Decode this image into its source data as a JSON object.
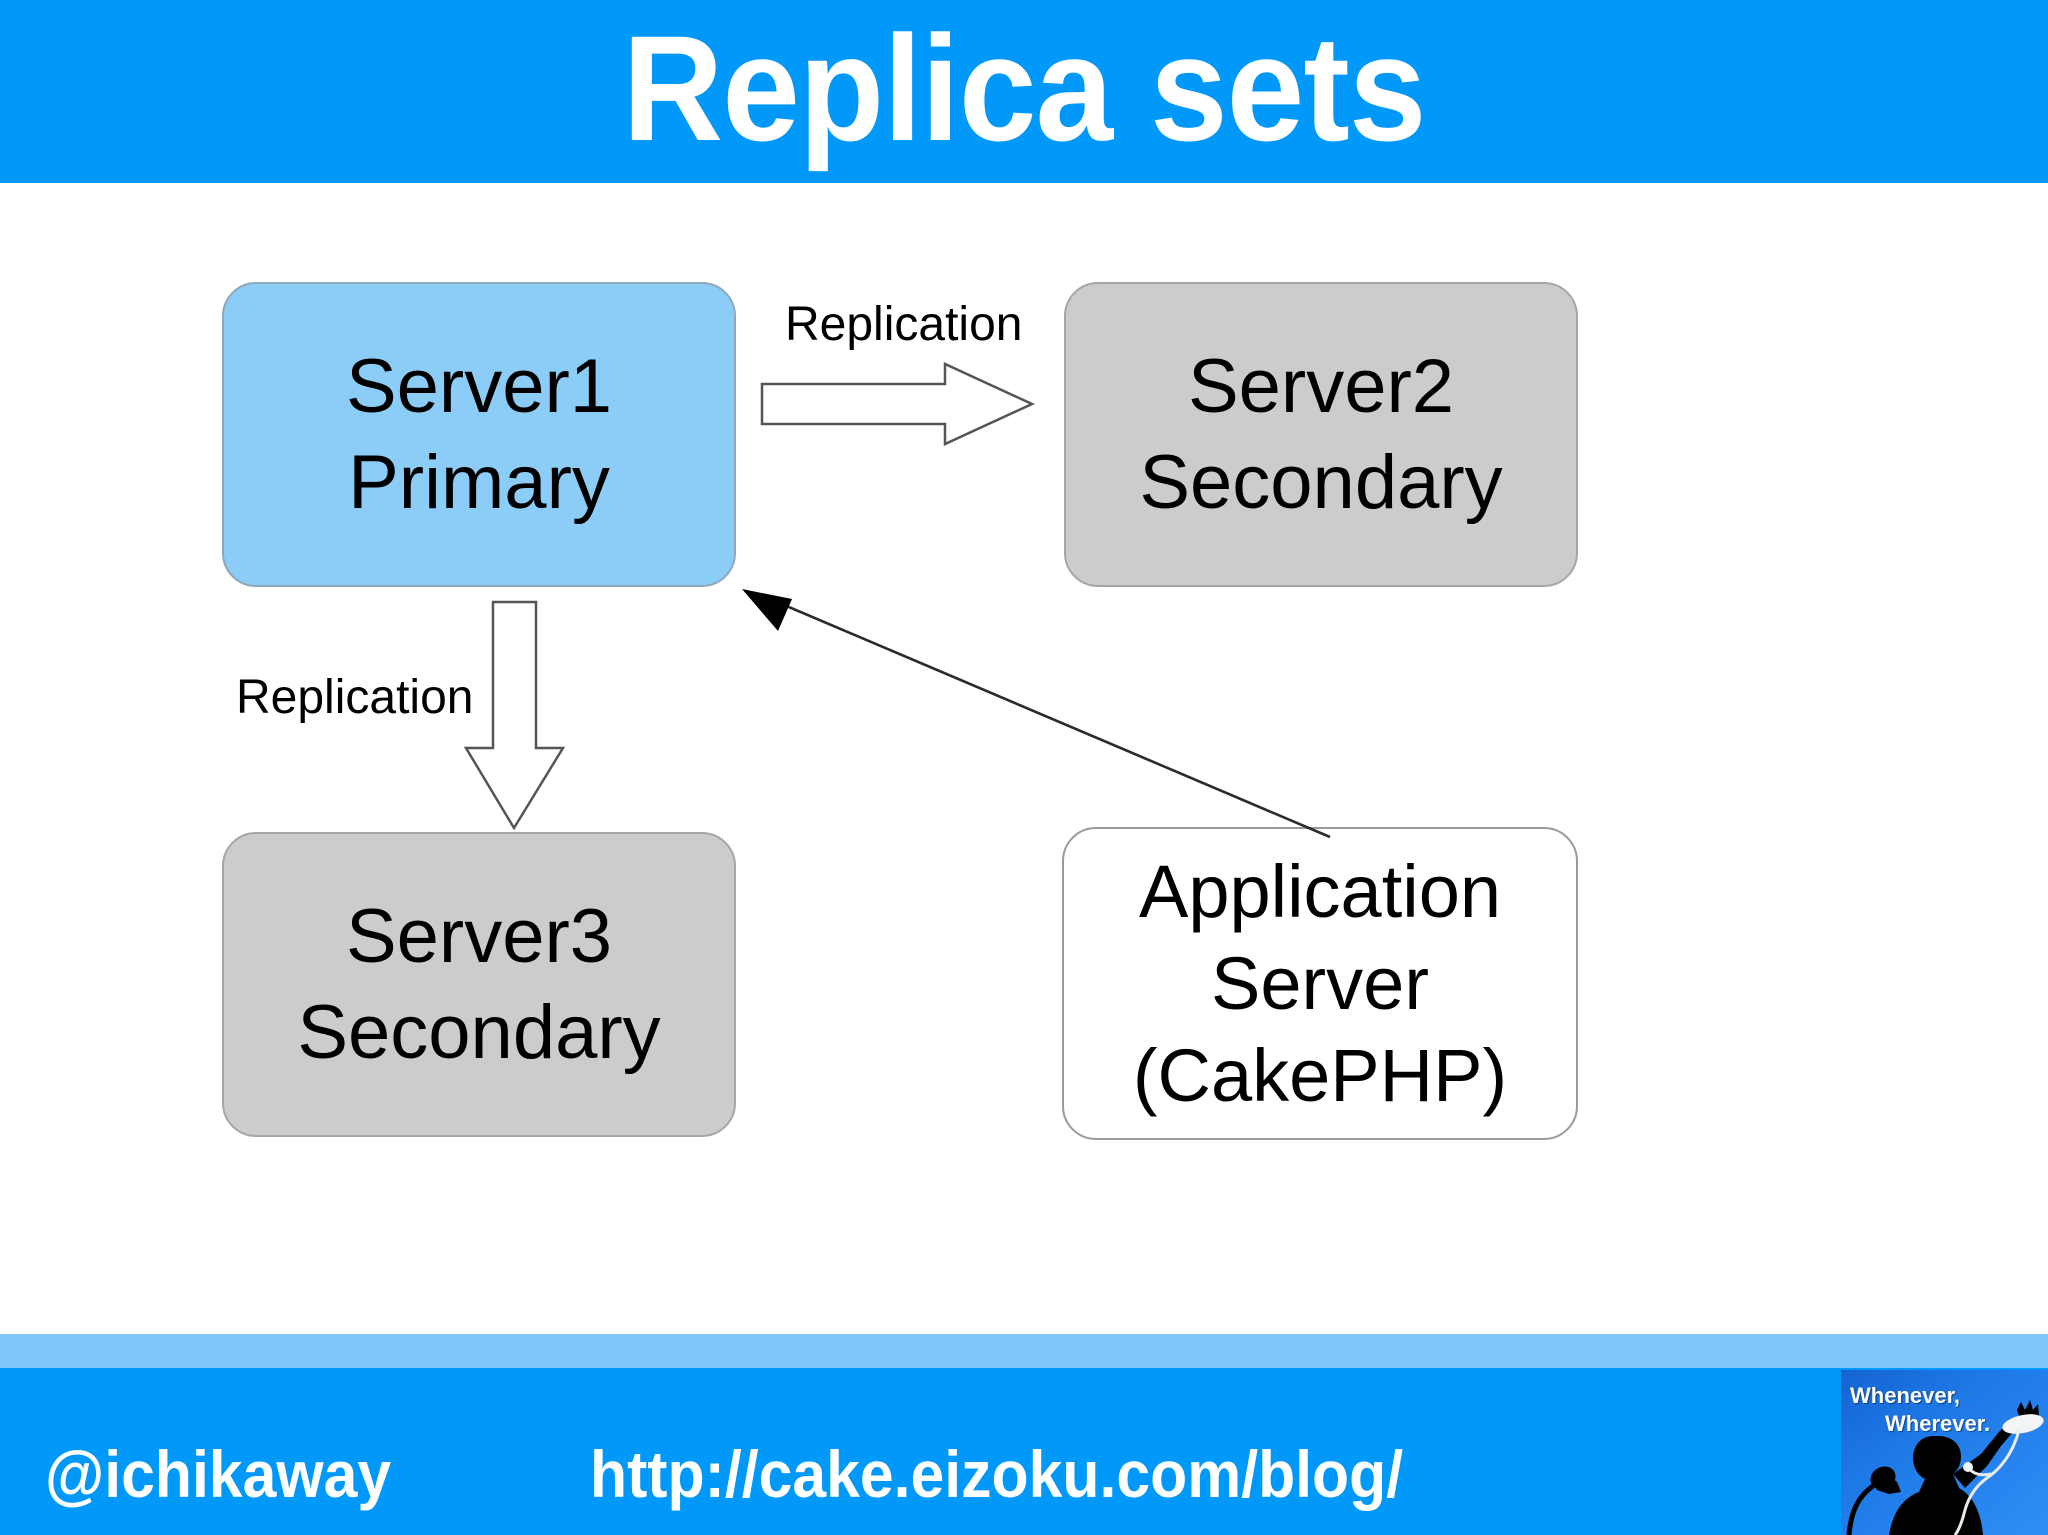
{
  "slide": {
    "title": "Replica sets",
    "header_color": "#0099fa",
    "background_color": "#ffffff"
  },
  "diagram": {
    "nodes": [
      {
        "id": "server1",
        "line1": "Server1",
        "line2": "Primary",
        "fill": "#8ccdf7",
        "role": "primary"
      },
      {
        "id": "server2",
        "line1": "Server2",
        "line2": "Secondary",
        "fill": "#cccccc",
        "role": "secondary"
      },
      {
        "id": "server3",
        "line1": "Server3",
        "line2": "Secondary",
        "fill": "#cccccc",
        "role": "secondary"
      },
      {
        "id": "appserver",
        "line1": "Application",
        "line2": "Server",
        "line3": "(CakePHP)",
        "fill": "#ffffff",
        "role": "client"
      }
    ],
    "edges": [
      {
        "id": "server1-to-server2",
        "label": "Replication",
        "style": "block-arrow",
        "direction": "right"
      },
      {
        "id": "server1-to-server3",
        "label": "Replication",
        "style": "block-arrow",
        "direction": "down"
      },
      {
        "id": "appserver-to-server1",
        "label": "",
        "style": "thin-line-arrow",
        "direction": "up-left"
      }
    ]
  },
  "footer": {
    "handle": "@ichikaway",
    "url": "http://cake.eizoku.com/blog/",
    "band_color": "#0099fa",
    "strip_color": "#7fc6fd",
    "logo": {
      "line1": "Whenever,",
      "line2": "Wherever.",
      "alt": "singer-silhouette-logo"
    }
  }
}
